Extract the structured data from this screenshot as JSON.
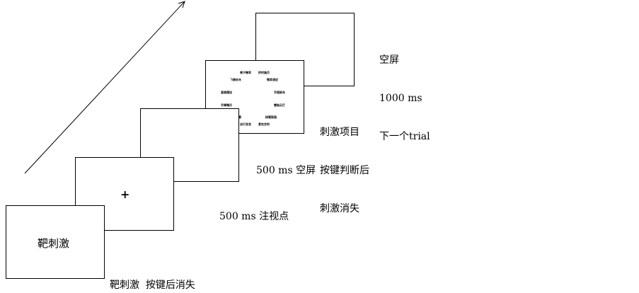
{
  "frames": {
    "target": {
      "text": "靶刺激",
      "caption": "靶刺激  按键后消失"
    },
    "fixation": {
      "symbol": "+",
      "caption": "500 ms 注视点"
    },
    "blank1": {
      "caption": "500 ms 空屏"
    },
    "stimulus": {
      "words": [
        "顿子精军",
        "挤时施月",
        "飞骑杀夫",
        "微笑调应",
        "直跳摆动",
        "手提练车",
        "手捧喘月",
        "雪陷云打",
        "颗",
        "树阑梨园",
        "自行发发",
        "爱吃京剂"
      ],
      "caption_lines": [
        "刺激项目",
        "按键判断后",
        "刺激消失"
      ]
    },
    "blank2": {
      "caption_lines": [
        "空屏",
        "1000 ms",
        "下一个trial"
      ]
    }
  }
}
